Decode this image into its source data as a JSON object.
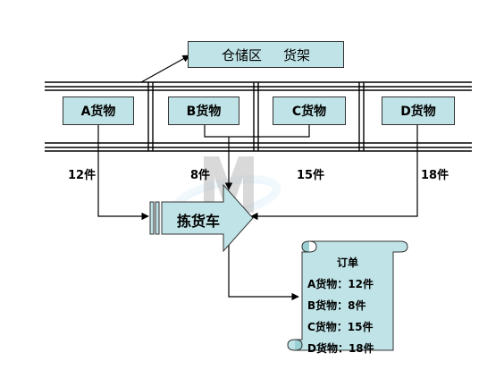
{
  "storage": {
    "title": "仓储区",
    "subtitle": "货架"
  },
  "goods": [
    {
      "label": "A货物",
      "count": "12件"
    },
    {
      "label": "B货物",
      "count": "8件"
    },
    {
      "label": "C货物",
      "count": "15件"
    },
    {
      "label": "D货物",
      "count": "18件"
    }
  ],
  "cart": {
    "label": "拣货车"
  },
  "order": {
    "title": "订单",
    "lines": [
      "A货物：12件",
      "B货物：8件",
      "C货物：15件",
      "D货物：18件"
    ]
  },
  "colors": {
    "box_fill": "#bfe3e6",
    "shelf_line": "#000000"
  }
}
